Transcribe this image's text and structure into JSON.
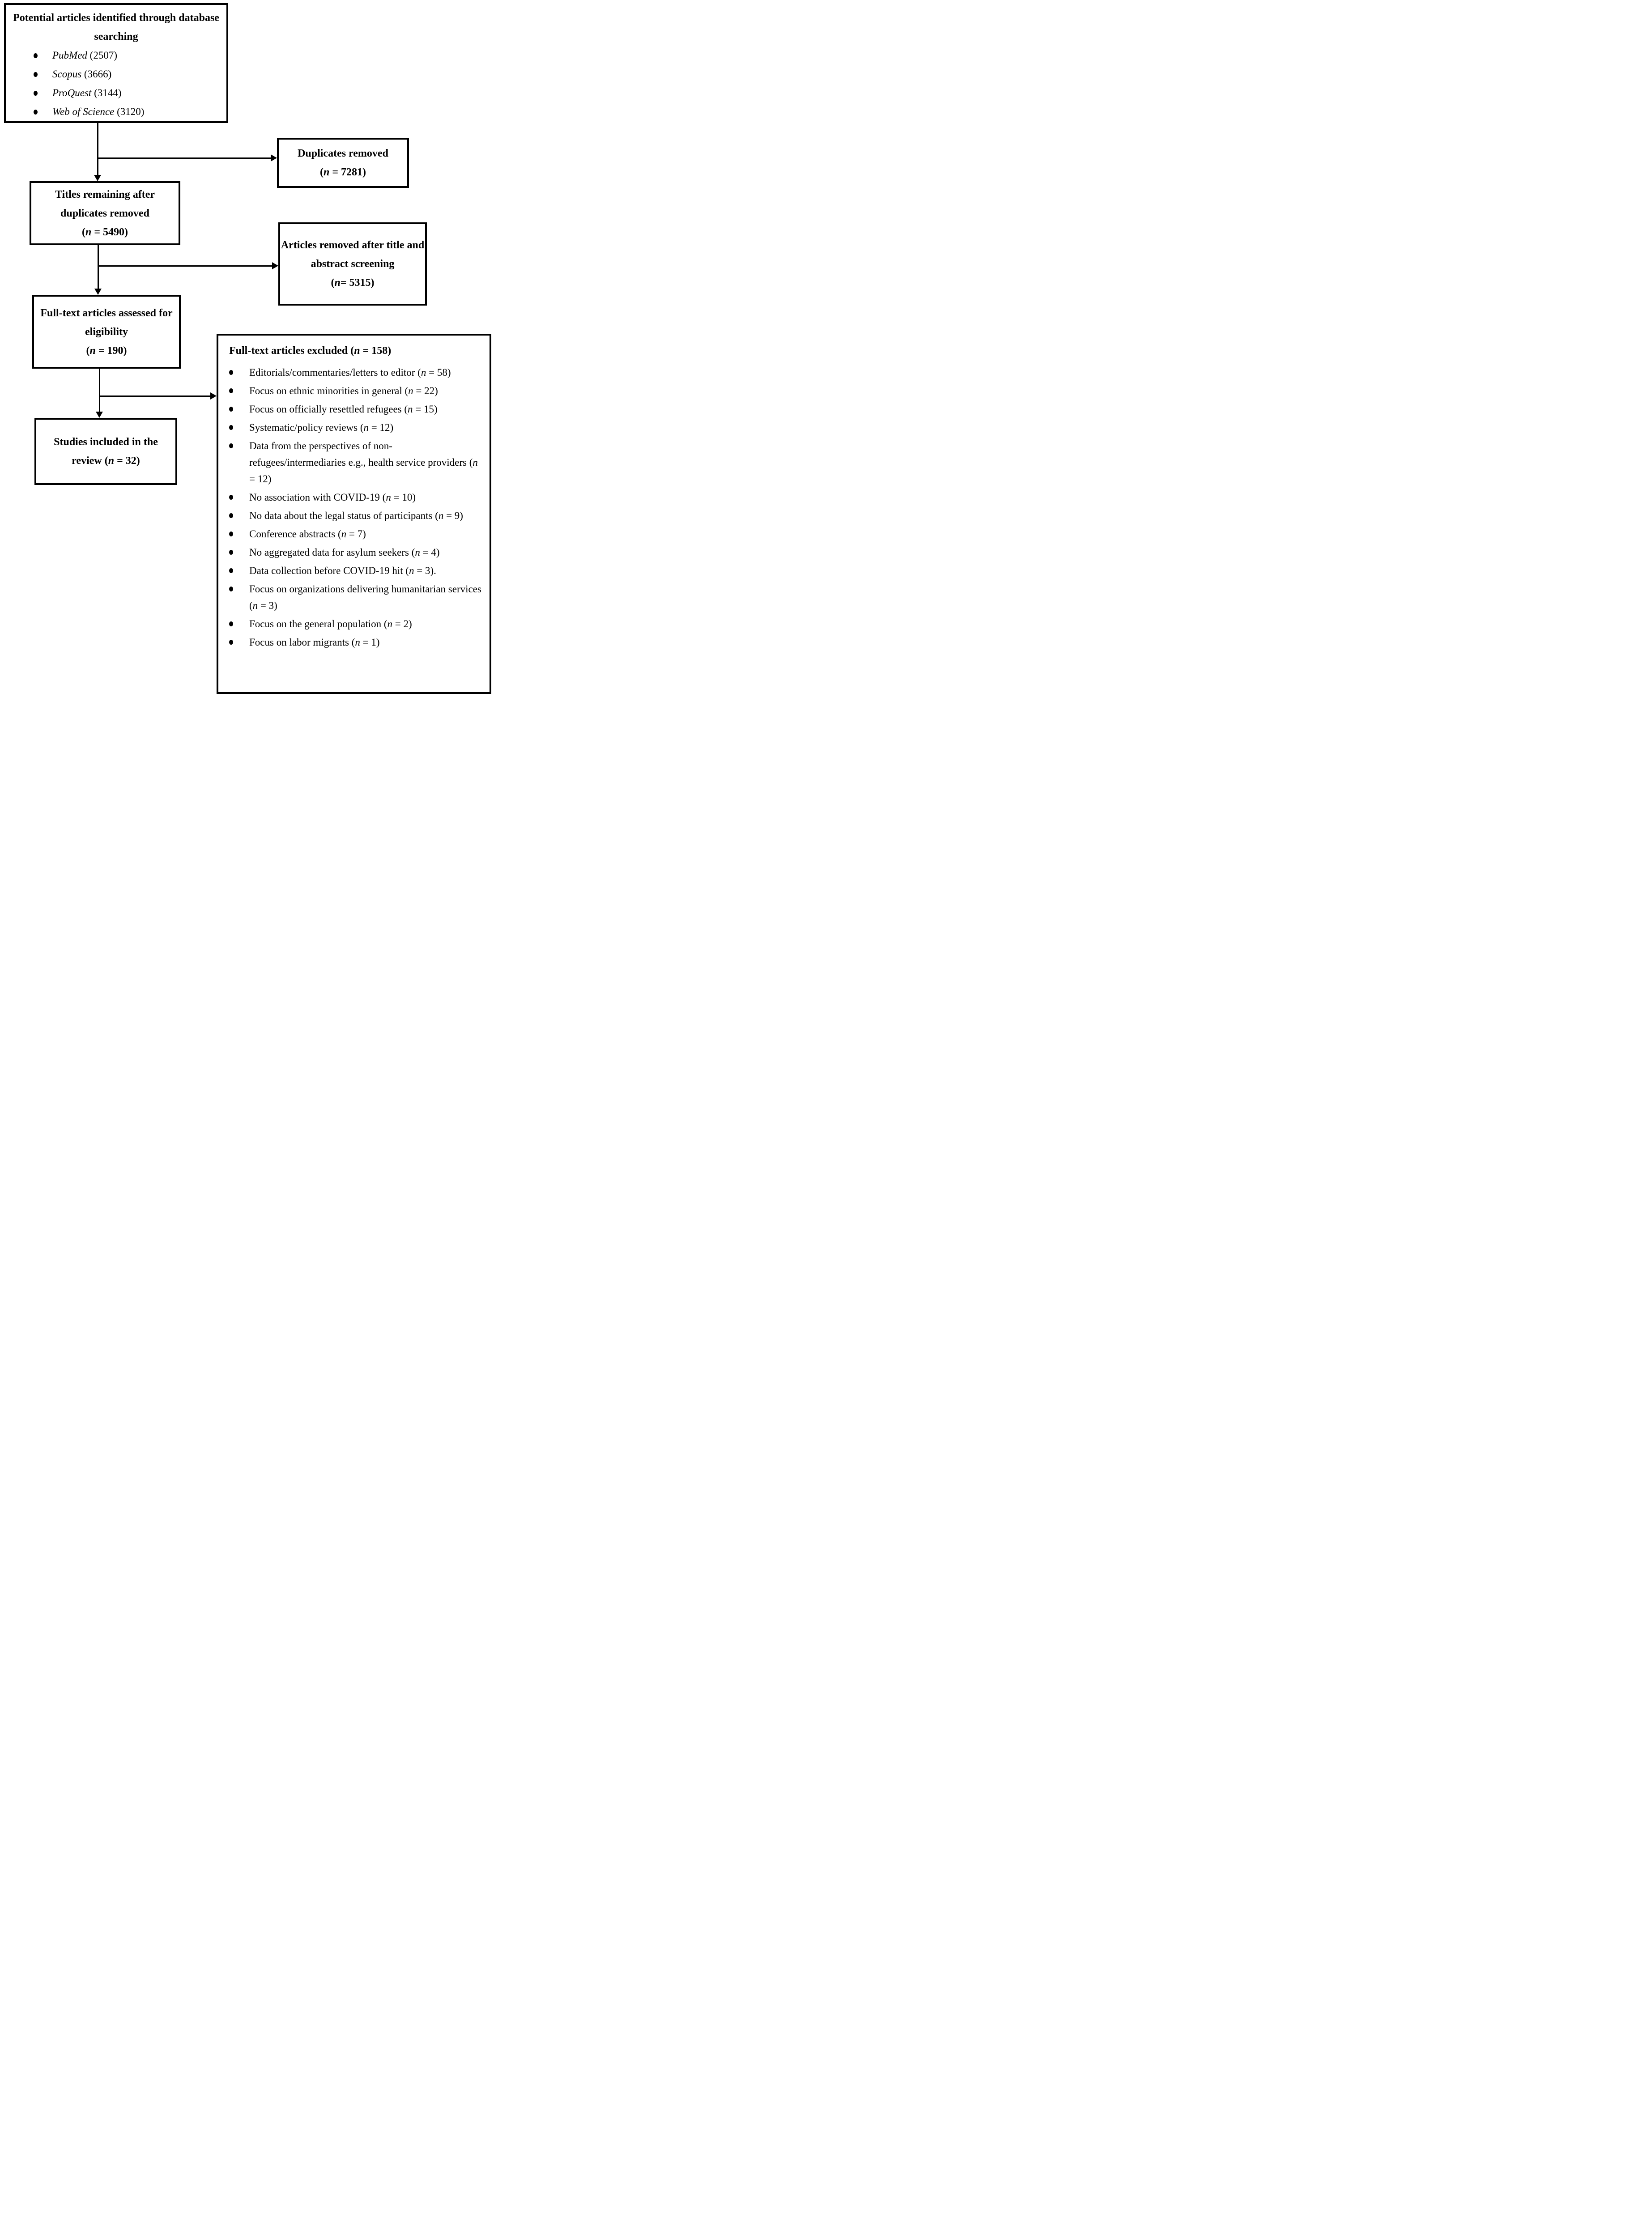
{
  "diagram": {
    "box_identification": {
      "title": "Potential articles identified through database searching",
      "databases": [
        {
          "name": "PubMed",
          "count": "2507"
        },
        {
          "name": "Scopus",
          "count": "3666"
        },
        {
          "name": "ProQuest",
          "count": "3144"
        },
        {
          "name": "Web of Science",
          "count": "3120"
        }
      ]
    },
    "box_duplicates": {
      "title": "Duplicates removed",
      "n_line": "n = 7281"
    },
    "box_titles_remaining": {
      "title": "Titles remaining after duplicates removed",
      "n_line": "n = 5490"
    },
    "box_title_abstract_removed": {
      "title": "Articles removed after title and abstract screening",
      "n_line": "n= 5315"
    },
    "box_fulltext_assessed": {
      "title": "Full-text articles assessed for eligibility",
      "n_line": "n = 190"
    },
    "box_excluded": {
      "title": "Full-text articles excluded (n = 158)",
      "reasons": [
        "Editorials/commentaries/letters to editor (n = 58)",
        "Focus on ethnic minorities in general (n = 22)",
        "Focus on officially resettled refugees (n = 15)",
        "Systematic/policy reviews (n = 12)",
        "Data from the perspectives of non-refugees/intermediaries e.g., health service providers (n = 12)",
        "No association with COVID-19 (n = 10)",
        "No data about the legal status of participants (n = 9)",
        "Conference abstracts (n = 7)",
        "No aggregated data for asylum seekers (n = 4)",
        "Data collection before COVID-19 hit (n = 3).",
        "Focus on organizations delivering humanitarian services (n = 3)",
        "Focus on the general population (n = 2)",
        "Focus on labor migrants (n = 1)"
      ]
    },
    "box_included": {
      "title": "Studies included in the review",
      "n_inline": "n = 32"
    },
    "colors": {
      "line": "#000000",
      "background": "#ffffff",
      "text": "#000000"
    }
  }
}
